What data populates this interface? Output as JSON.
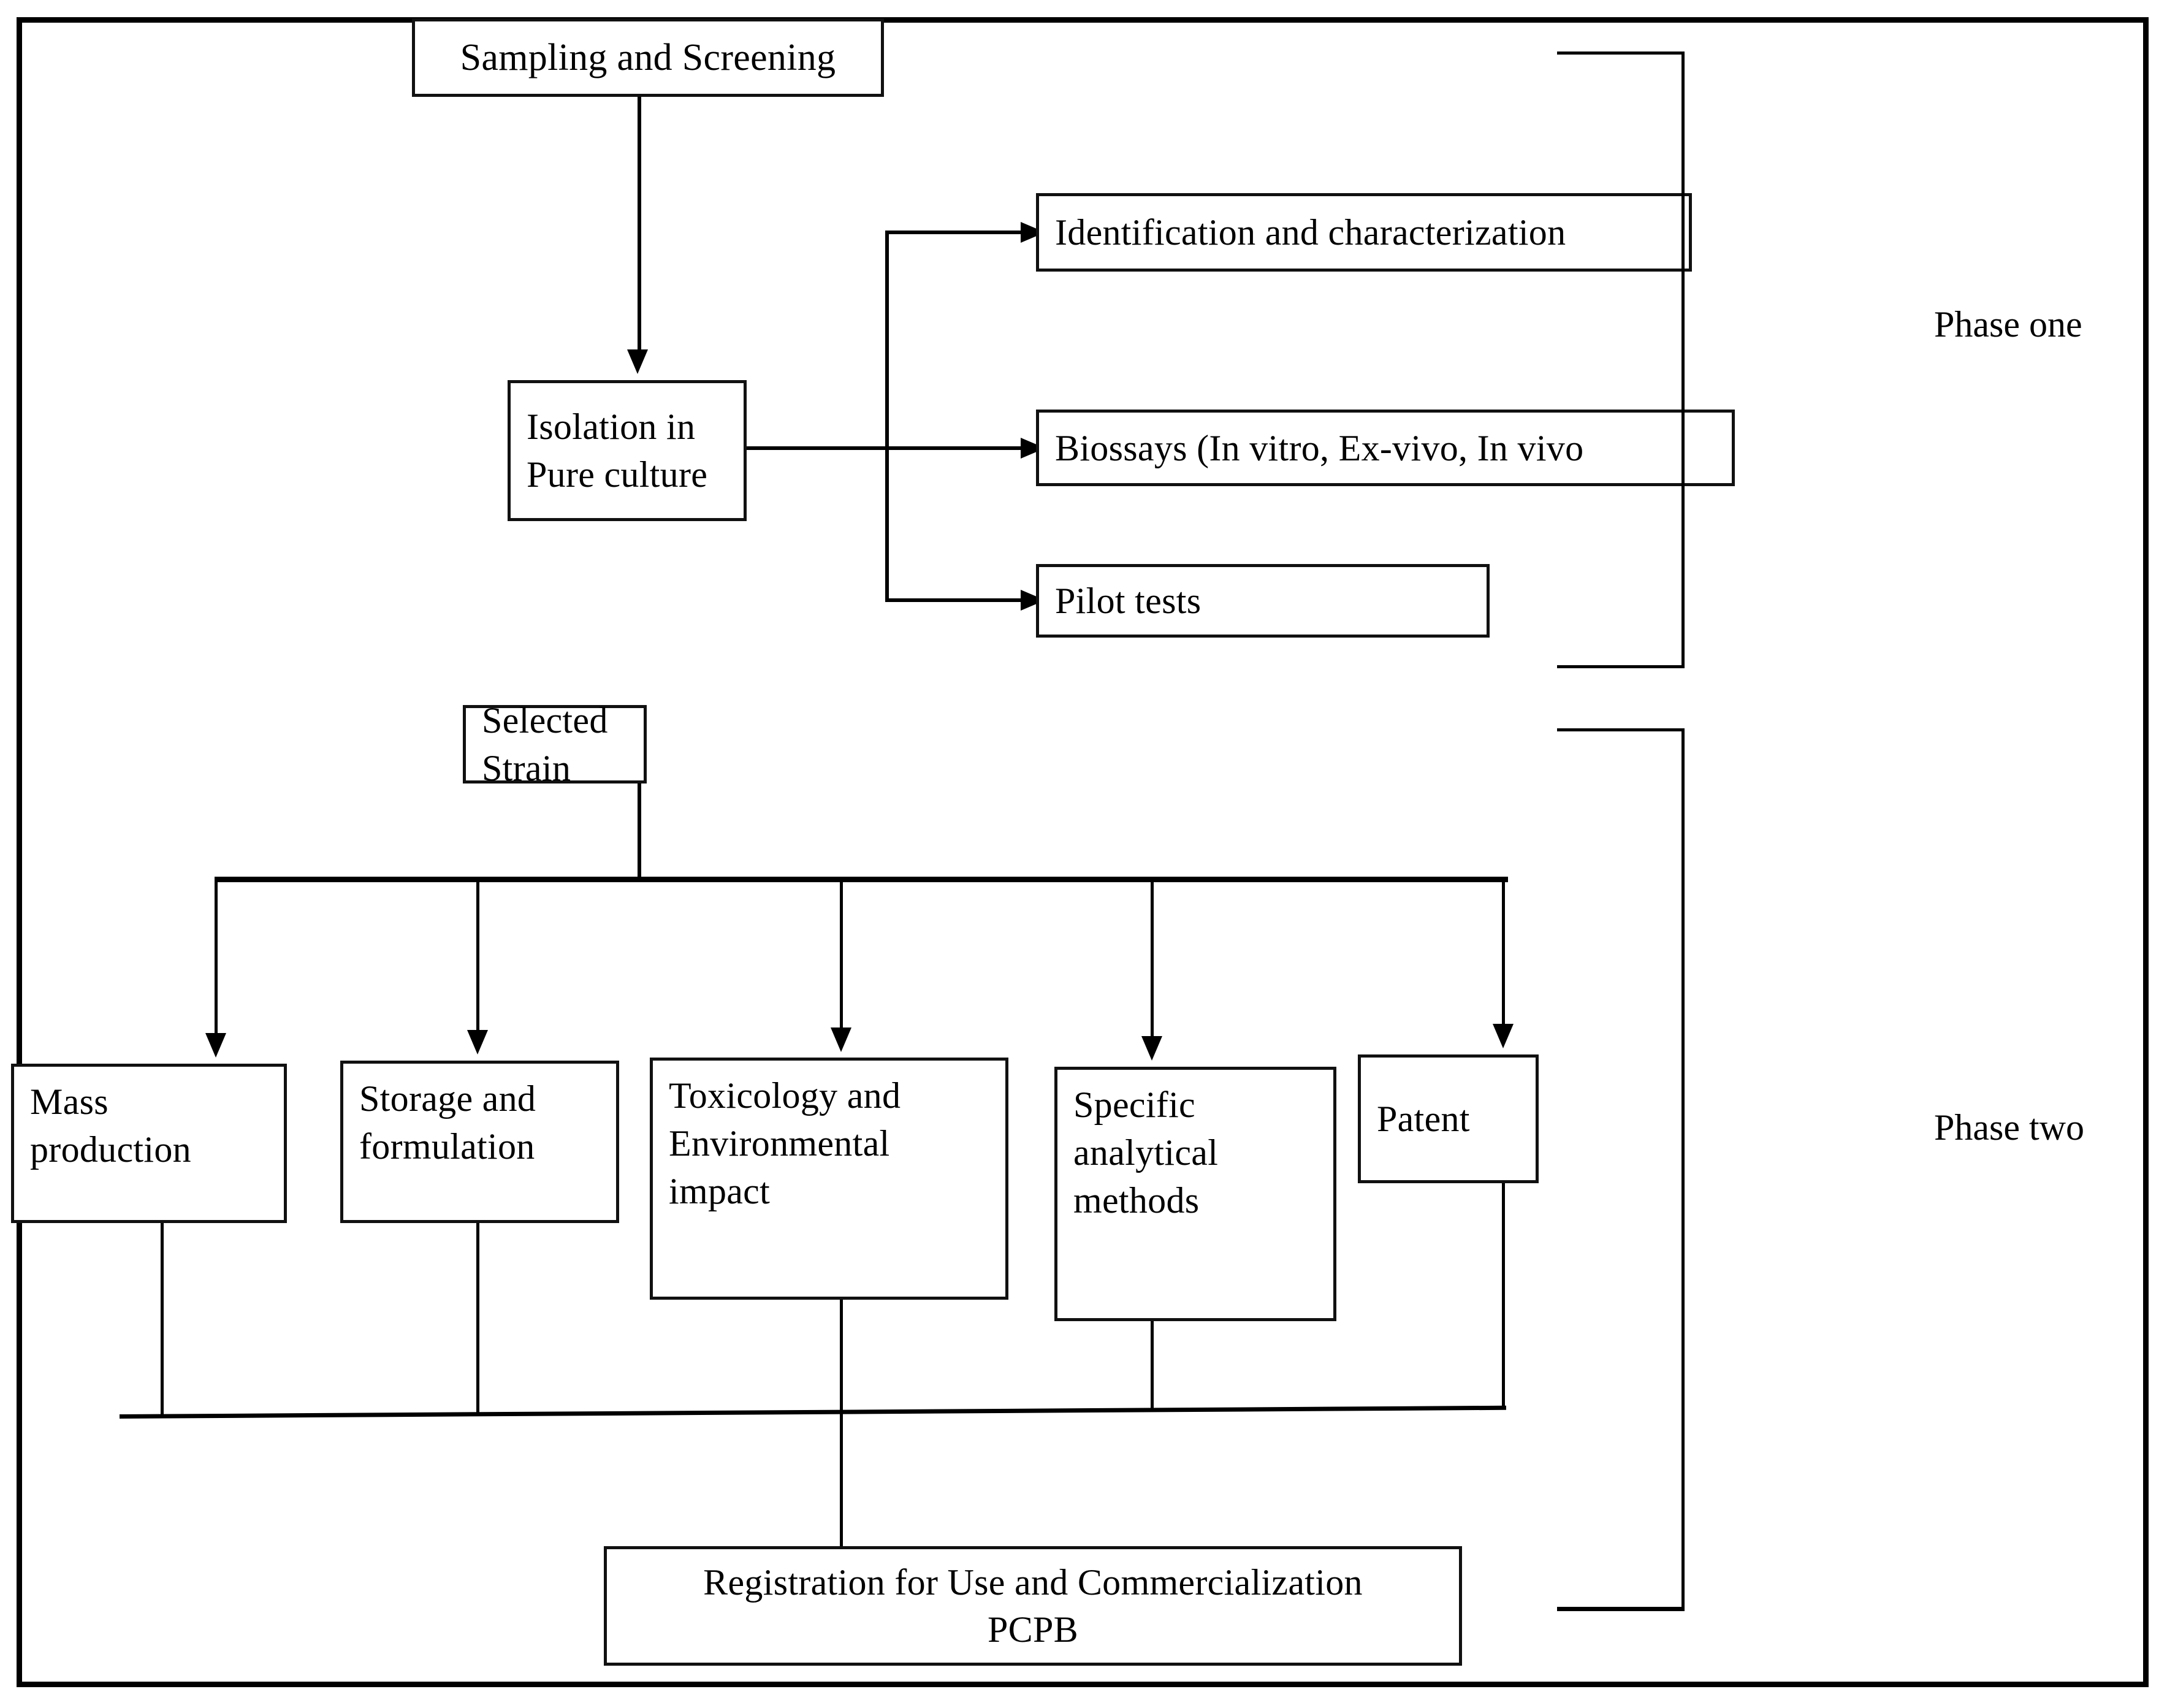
{
  "diagram": {
    "title": "Bioproduct development flowchart",
    "frame_color": "#000000",
    "background": "#ffffff",
    "nodes": {
      "sampling": "Sampling and Screening",
      "isolation": "Isolation  in\nPure culture",
      "identification": "Identification  and characterization",
      "biossays": "Biossays  (In vitro, Ex-vivo, In vivo",
      "pilot": "Pilot tests",
      "selected_strain": "Selected Strain",
      "mass_production": "Mass\nproduction",
      "storage": "Storage and\nformulation",
      "toxicology": "Toxicology and\nEnvironmental\nimpact",
      "analytical": "Specific\nanalytical\nmethods",
      "patent": "Patent",
      "registration": "Registration for Use  and Commercialization\nPCPB"
    },
    "phases": {
      "one": "Phase one",
      "two": "Phase two"
    }
  }
}
